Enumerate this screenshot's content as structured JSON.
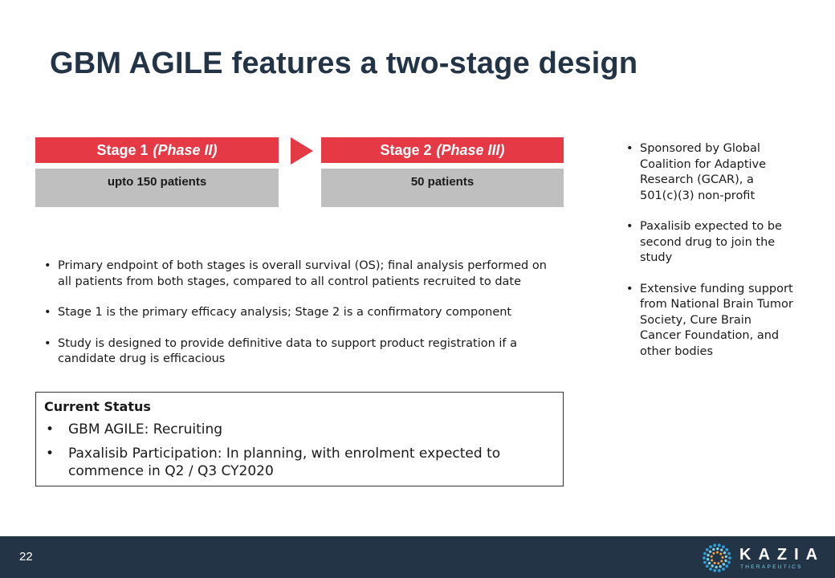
{
  "slide": {
    "title": "GBM AGILE features a two-stage design",
    "page_number": "22"
  },
  "stages": [
    {
      "label": "Stage 1",
      "phase": "(Phase II)",
      "patients": "upto 150 patients"
    },
    {
      "label": "Stage 2",
      "phase": "(Phase III)",
      "patients": "50 patients"
    }
  ],
  "main_bullets": [
    "Primary endpoint of both stages is overall survival (OS); final analysis performed on all patients from both stages, compared to all control patients recruited to date",
    "Stage 1 is the primary efficacy analysis; Stage 2 is a confirmatory component",
    "Study is designed to provide definitive data to support product registration if a candidate drug is efficacious"
  ],
  "side_bullets": [
    "Sponsored by Global Coalition for Adaptive Research (GCAR), a 501(c)(3) non-profit",
    "Paxalisib expected to be second drug to join the study",
    "Extensive funding support from National Brain Tumor Society, Cure Brain Cancer Foundation, and other bodies"
  ],
  "status": {
    "title": "Current Status",
    "items": [
      "GBM AGILE: Recruiting",
      "Paxalisib Participation: In planning, with enrolment expected to commence in Q2 / Q3 CY2020"
    ]
  },
  "logo": {
    "name": "KAZIA",
    "tagline": "THERAPEUTICS",
    "icon": "dotted-circle-logo-icon"
  },
  "colors": {
    "accent_red": "#e63946",
    "navy": "#243447",
    "grey_box": "#bfbfbf",
    "logo_teal": "#7fd3e6",
    "logo_blue": "#2f9fd8",
    "logo_orange": "#f4a340"
  }
}
